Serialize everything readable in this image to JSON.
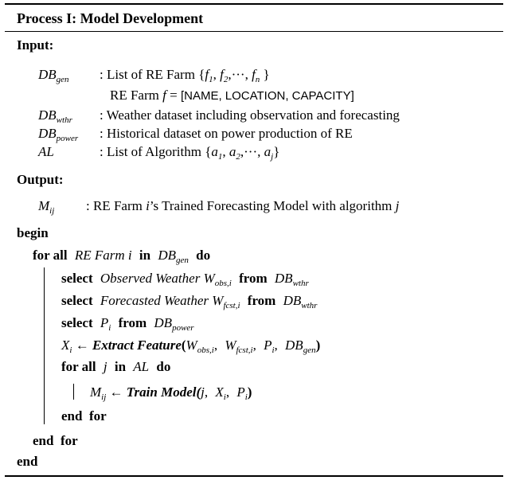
{
  "title": "Process I: Model Development",
  "input_label": "Input:",
  "output_label": "Output:",
  "inputs": {
    "db_gen": {
      "name": "DB",
      "sub": "gen",
      "desc": ": List of RE Farm {",
      "f1": "f",
      "f1_sub": "1",
      "f2": "f",
      "f2_sub": "2",
      "dots": "···",
      "fn": "f",
      "fn_sub": "n",
      "close": "}"
    },
    "farm_def": {
      "prefix": "RE Farm ",
      "f": "f",
      "eq": " = ",
      "fields": "[NAME, LOCATION, CAPACITY]"
    },
    "db_wthr": {
      "name": "DB",
      "sub": "wthr",
      "desc": ": Weather dataset including observation and forecasting"
    },
    "db_power": {
      "name": "DB",
      "sub": "power",
      "desc": ": Historical dataset on power production of RE"
    },
    "al": {
      "name": "AL",
      "desc": ": List of Algorithm {",
      "a1": "a",
      "a1_sub": "1",
      "a2": "a",
      "a2_sub": "2",
      "dots": "···",
      "aj": "a",
      "aj_sub": "j",
      "close": "}"
    }
  },
  "output": {
    "name": "M",
    "sub": "ij",
    "desc_a": ": RE Farm ",
    "i": "i",
    "desc_b": "’s Trained Forecasting Model with algorithm ",
    "j": "j"
  },
  "code": {
    "begin": "begin",
    "for_all": "for all",
    "re_farm_i": "RE Farm i",
    "in": "in",
    "db": "DB",
    "gen": "gen",
    "do": "do",
    "select": "select",
    "observed_weather": "Observed Weather",
    "w": "W",
    "obs_i": "obs,i",
    "from": "from",
    "wthr": "wthr",
    "forecasted_weather": "Forecasted Weather",
    "fcst_i": "fcst,i",
    "p": "P",
    "i_sub": "i",
    "power": "power",
    "x": "X",
    "arrow": "←",
    "extract_feature": "Extract Feature",
    "open_paren": "(",
    "obs_i2": "obs,i",
    "comma": ",",
    "fcst_i2": "fcst,i",
    "close_paren": ")",
    "for_all_j": "for all",
    "j": "j",
    "al": "AL",
    "m": "M",
    "ij": "ij",
    "train_model": "Train Model(",
    "j2": "j",
    "end_for_inner": "end  for",
    "end_for_outer": "end  for",
    "end": "end"
  }
}
